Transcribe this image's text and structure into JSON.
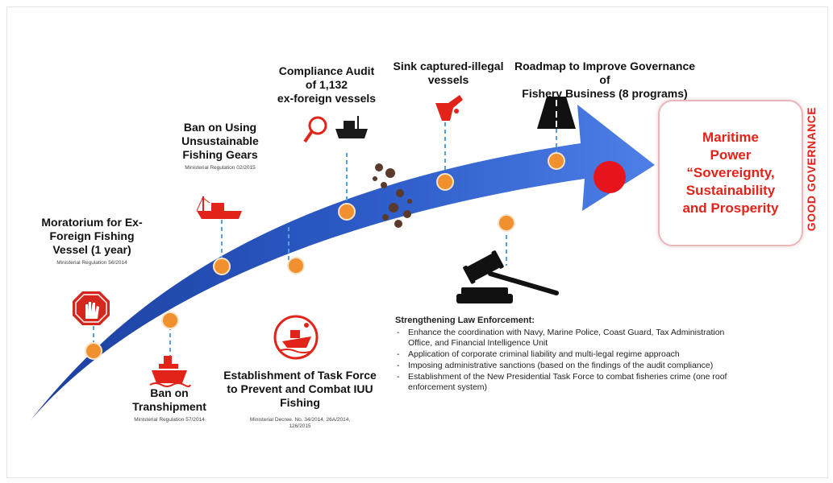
{
  "milestones": {
    "moratorium": {
      "title": "Moratorium for Ex-Foreign Fishing Vessel (1 year)",
      "lines": [
        "Moratorium for Ex-",
        "Foreign Fishing",
        "Vessel (1 year)"
      ],
      "regulation": "Ministerial Regulation 56/2014",
      "icon": "stop-hand-icon"
    },
    "transhipment": {
      "lines": [
        "Ban on",
        "Transhipment"
      ],
      "regulation": "Ministerial Regulation 57/2014",
      "icon": "ship-icon"
    },
    "fishing_gears": {
      "lines": [
        "Ban on Using",
        "Unsustainable",
        "Fishing Gears"
      ],
      "regulation": "Ministerial Regulation 02/2015",
      "icon": "trawler-icon"
    },
    "task_force": {
      "lines": [
        "Establishment of Task Force",
        "to Prevent and Combat IUU",
        "Fishing"
      ],
      "regulation_lines": [
        "Ministerial Decree. No. 34/2014, 26A/2014,",
        "126/2015"
      ],
      "icon": "task-force-ship-icon"
    },
    "audit": {
      "lines": [
        "Compliance Audit",
        "of 1,132",
        "ex-foreign vessels"
      ],
      "icon": "magnifier-ship-icon"
    },
    "sink": {
      "lines": [
        "Sink captured-illegal",
        "vessels"
      ],
      "icon": "sinking-ship-icon"
    },
    "roadmap": {
      "lines": [
        "Roadmap to Improve Governance of",
        "Fishery Business (8 programs)"
      ],
      "icon": "road-icon"
    }
  },
  "law_enforcement": {
    "heading": "Strengthening Law Enforcement:",
    "items": [
      "Enhance the coordination with Navy, Marine Police, Coast Guard, Tax Administration Office, and Financial Intelligence Unit",
      "Application of corporate criminal liability and multi-legal regime approach",
      "Imposing administrative sanctions (based on the findings of the audit compliance)",
      "Establishment of the New Presidential Task Force to combat fisheries crime (one roof enforcement system)"
    ],
    "icon": "gavel-icon"
  },
  "goal": {
    "lines": [
      "Maritime",
      "Power",
      "“Sovereignty,",
      "Sustainability",
      "and Prosperity"
    ]
  },
  "side_label": "GOOD GOVERNANCE",
  "colors": {
    "arrow_dark": "#1f47a8",
    "arrow_light": "#4a78e0",
    "node": "#f0902f",
    "accent_red": "#e2231a",
    "dashed": "#5aa0e0"
  }
}
